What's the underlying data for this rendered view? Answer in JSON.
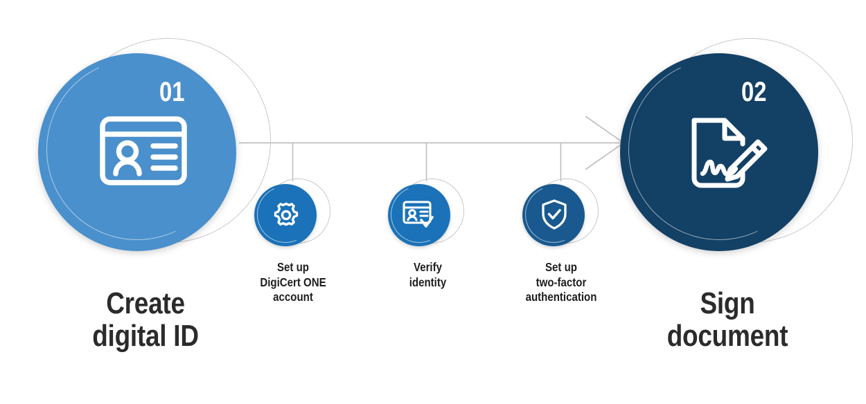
{
  "diagram": {
    "type": "process-flow",
    "title_text": "",
    "background_color": "#ffffff",
    "colors": {
      "step1_blue": "#4a90cc",
      "step2_navy": "#134065",
      "small_blue": "#1b72b8",
      "small_blue_dark": "#19598f",
      "connector_gray": "#bfbfbf",
      "ring_gray": "#c9c9c9",
      "label_dark": "#2b2b2b",
      "icon_white": "#ffffff"
    }
  },
  "steps": [
    {
      "number": "01",
      "label_line1": "Create",
      "label_line2": "digital ID",
      "icon": "id-card-icon",
      "color": "#4a90cc"
    },
    {
      "number": "02",
      "label_line1": "Sign",
      "label_line2": "document",
      "icon": "document-signature-icon",
      "color": "#134065"
    }
  ],
  "substeps": [
    {
      "label_line1": "Set up",
      "label_line2": "DigiCert ONE",
      "label_line3": "account",
      "icon": "gear-icon",
      "color": "#1b72b8"
    },
    {
      "label_line1": "Verify",
      "label_line2": "identity",
      "label_line3": "",
      "icon": "id-verify-icon",
      "color": "#1b72b8"
    },
    {
      "label_line1": "Set up",
      "label_line2": "two-factor",
      "label_line3": "authentication",
      "icon": "shield-check-icon",
      "color": "#19598f"
    }
  ]
}
